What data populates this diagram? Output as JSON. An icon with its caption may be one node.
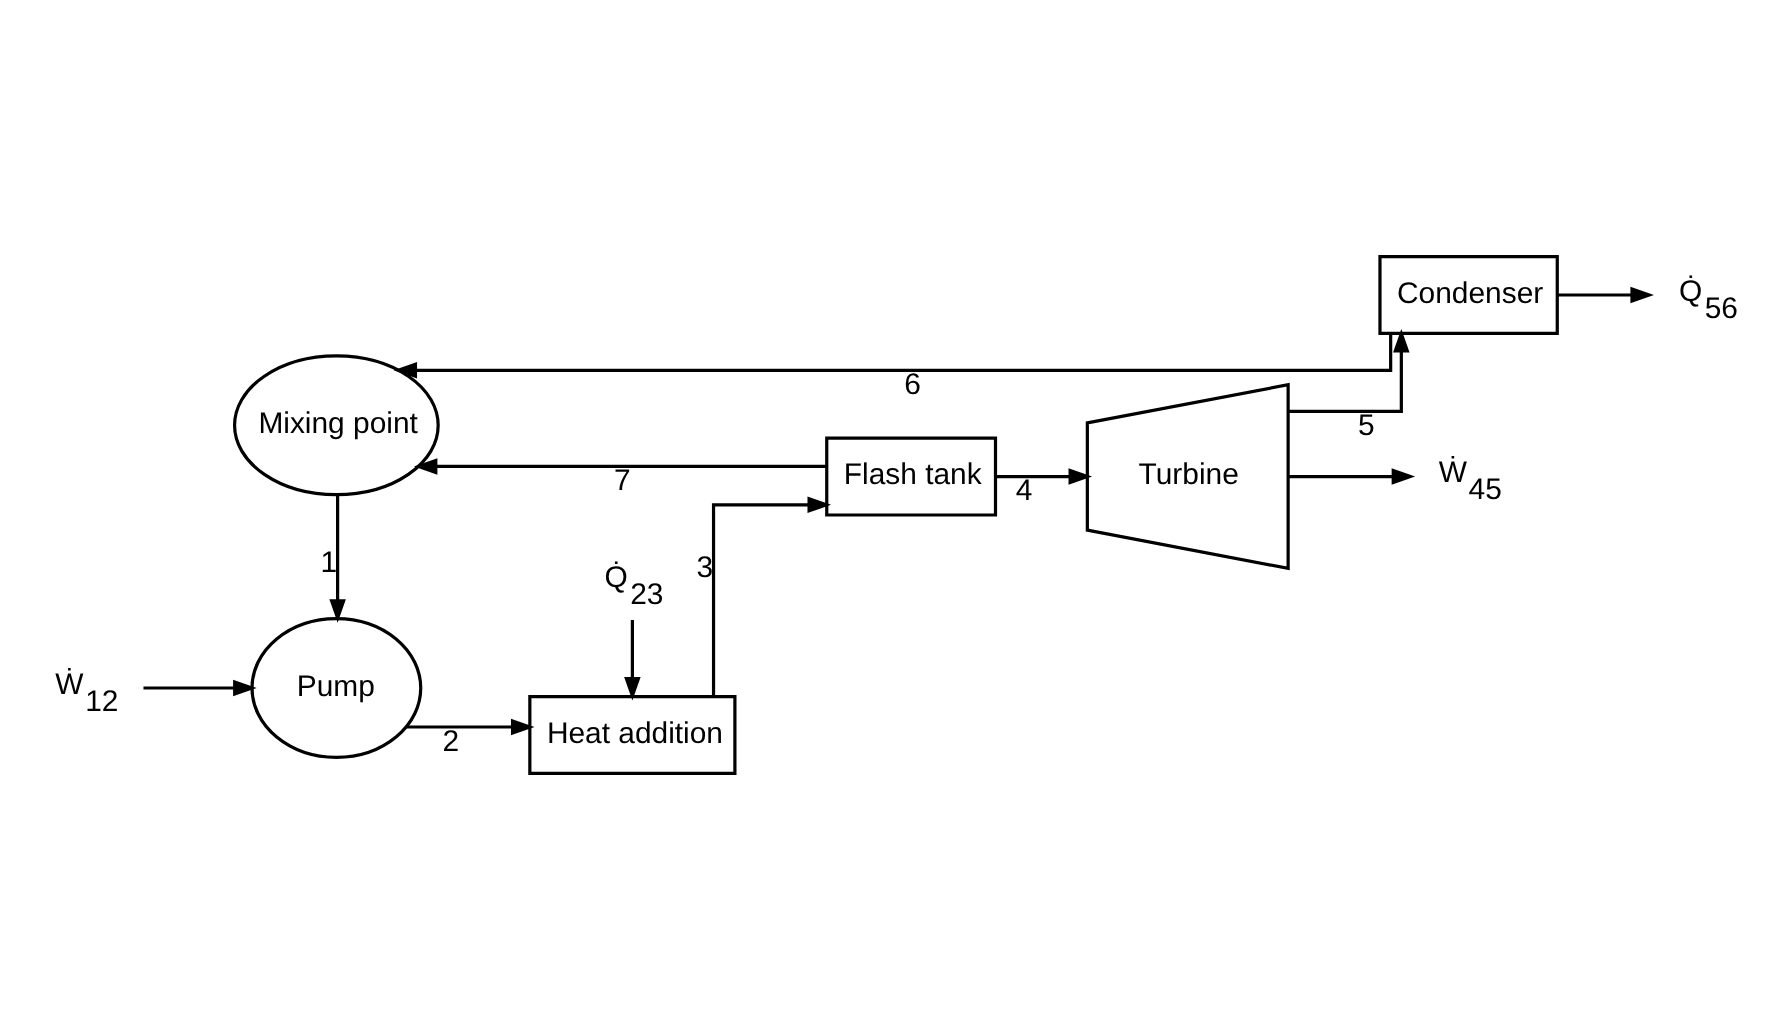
{
  "diagram": {
    "nodes": [
      {
        "text": [
          "Pump"
        ]
      },
      {
        "text": [
          "Heat addition"
        ]
      },
      {
        "text": [
          "Flash tank"
        ]
      },
      {
        "text": [
          "Turbine"
        ]
      },
      {
        "text": [
          "Condenser"
        ]
      },
      {
        "text": [
          "Mixing point"
        ]
      },
      {
        "text": [
          "Q̇$_{23}$"
        ]
      },
      {
        "text": [
          "Ẇ$_{12}$"
        ]
      },
      {
        "text": [
          "Ẇ$_{45}$"
        ]
      },
      {
        "text": [
          "Q̇$_{56}$"
        ]
      }
    ],
    "edges": [
      {
        "from": 7,
        "to": 0,
        "arrow": "to"
      },
      {
        "from": 0,
        "to": 1,
        "arrow": "to",
        "label": "2"
      },
      {
        "from": 6,
        "to": 1,
        "arrow": "to"
      },
      {
        "from": 1,
        "to": 2,
        "arrow": "to",
        "label": "3"
      },
      {
        "from": 2,
        "to": 3,
        "arrow": "to",
        "label": "4"
      },
      {
        "from": 2,
        "to": 5,
        "arrow": "to",
        "label": "7"
      },
      {
        "from": 3,
        "to": 8,
        "arrow": "to"
      },
      {
        "from": 3,
        "to": 4,
        "arrow": "to",
        "label": "5"
      },
      {
        "from": 4,
        "to": 5,
        "arrow": "to",
        "label": "6"
      },
      {
        "from": 4,
        "to": 9,
        "arrow": "to"
      },
      {
        "from": 5,
        "to": 0,
        "arrow": "to",
        "label": "1"
      }
    ]
  }
}
